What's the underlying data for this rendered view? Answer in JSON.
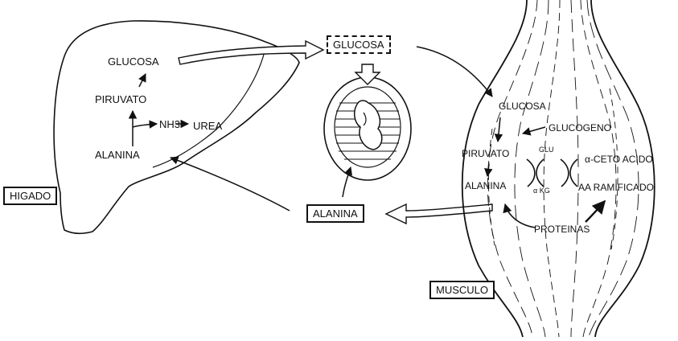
{
  "labels": {
    "glucosa_liver": "GLUCOSA",
    "piruvato_liver": "PIRUVATO",
    "nh3": "NH3",
    "urea": "UREA",
    "alanina_liver": "ALANINA",
    "higado": "HIGADO",
    "glucosa_blood": "GLUCOSA",
    "alanina_blood": "ALANINA",
    "glucosa_muscle": "GLUCOSA",
    "glucogeno": "GLUCOGENO",
    "piruvato_muscle": "PIRUVATO",
    "glu": "GLU",
    "ceto_acido": "α-CETO ACIDO",
    "alanina_muscle": "ALANINA",
    "akg": "α KG",
    "aa_ramificado": "AA RAMIFICADO",
    "proteinas": "PROTEINAS",
    "musculo": "MUSCULO"
  }
}
